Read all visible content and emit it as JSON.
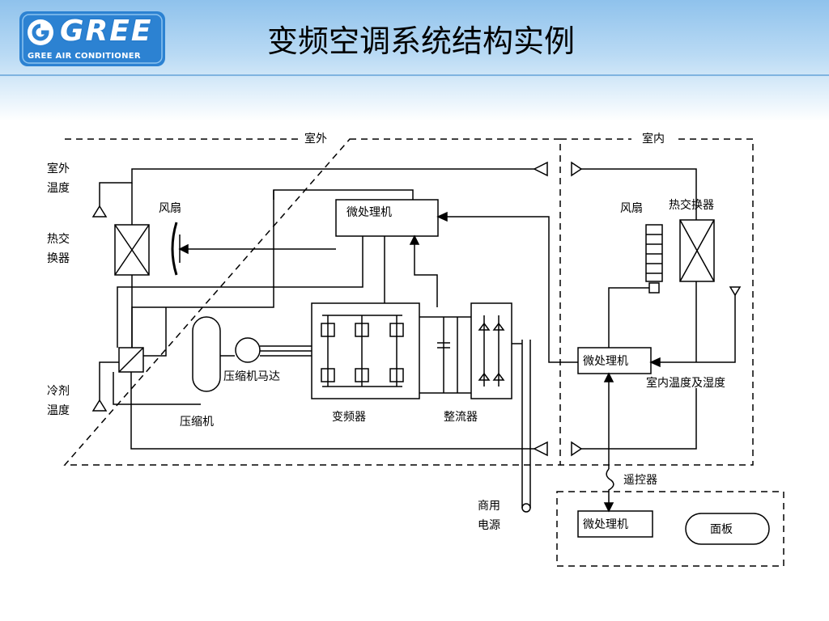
{
  "header": {
    "logo_name": "GREE",
    "logo_tagline": "GREE AIR CONDITIONER",
    "title": "变频空调系统结构实例"
  },
  "diagram": {
    "outdoor_label": "室外",
    "indoor_label": "室内",
    "outdoor_temp": [
      "室外",
      "温度"
    ],
    "heat_exchanger_out": [
      "热交",
      "换器"
    ],
    "refrigerant_temp": [
      "冷剂",
      "温度"
    ],
    "fan_out": "风扇",
    "mcu_out": "微处理机",
    "compressor_motor": "压缩机马达",
    "compressor": "压缩机",
    "inverter": "变频器",
    "rectifier": "整流器",
    "power": [
      "商用",
      "电源"
    ],
    "fan_in": "风扇",
    "heat_exchanger_in": "热交换器",
    "mcu_in": "微处理机",
    "indoor_temp_humidity": "室内温度及湿度",
    "remote": "遥控器",
    "mcu_remote": "微处理机",
    "panel": "面板"
  },
  "colors": {
    "header_top": "#8fc2ec",
    "line": "#000000"
  }
}
